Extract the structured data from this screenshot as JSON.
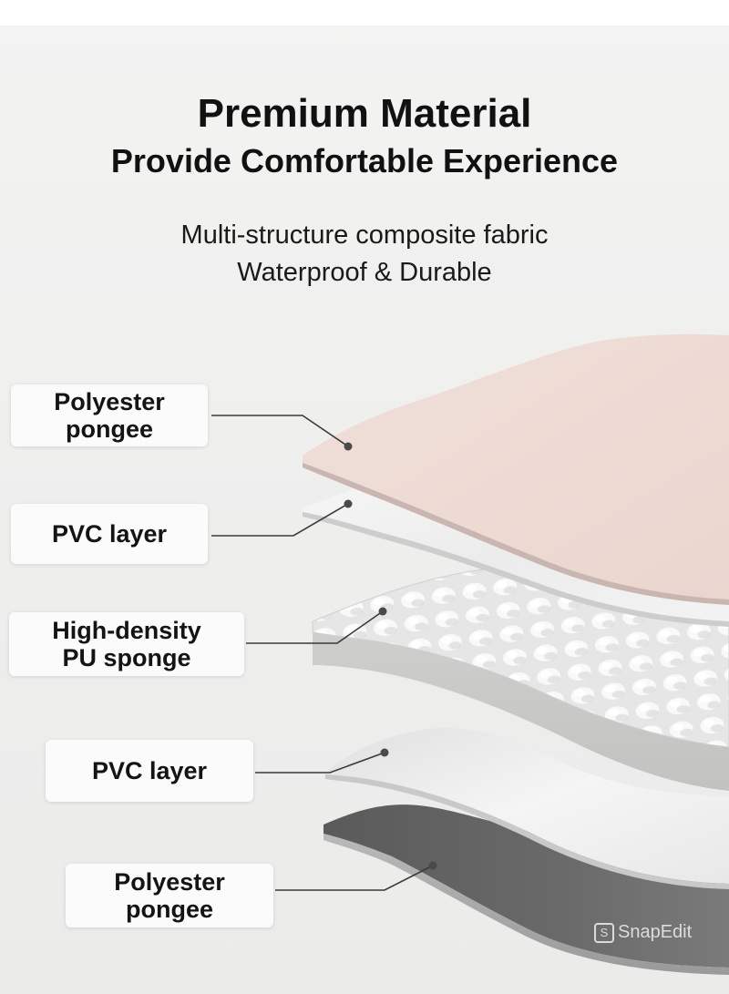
{
  "header": {
    "title": "Premium Material",
    "subtitle": "Provide Comfortable Experience",
    "description_line1": "Multi-structure composite fabric",
    "description_line2": "Waterproof & Durable"
  },
  "layers": [
    {
      "label_line1": "Polyester",
      "label_line2": "pongee",
      "color": "#efdcd6"
    },
    {
      "label_line1": "PVC layer",
      "label_line2": "",
      "color": "#f2f2f2"
    },
    {
      "label_line1": "High-density",
      "label_line2": "PU sponge",
      "color": "#dcdcdc"
    },
    {
      "label_line1": "PVC layer",
      "label_line2": "",
      "color": "#ededed"
    },
    {
      "label_line1": "Polyester",
      "label_line2": "pongee",
      "color": "#545454"
    }
  ],
  "watermark": {
    "text": "SnapEdit",
    "icon": "snapedit-logo-icon"
  }
}
